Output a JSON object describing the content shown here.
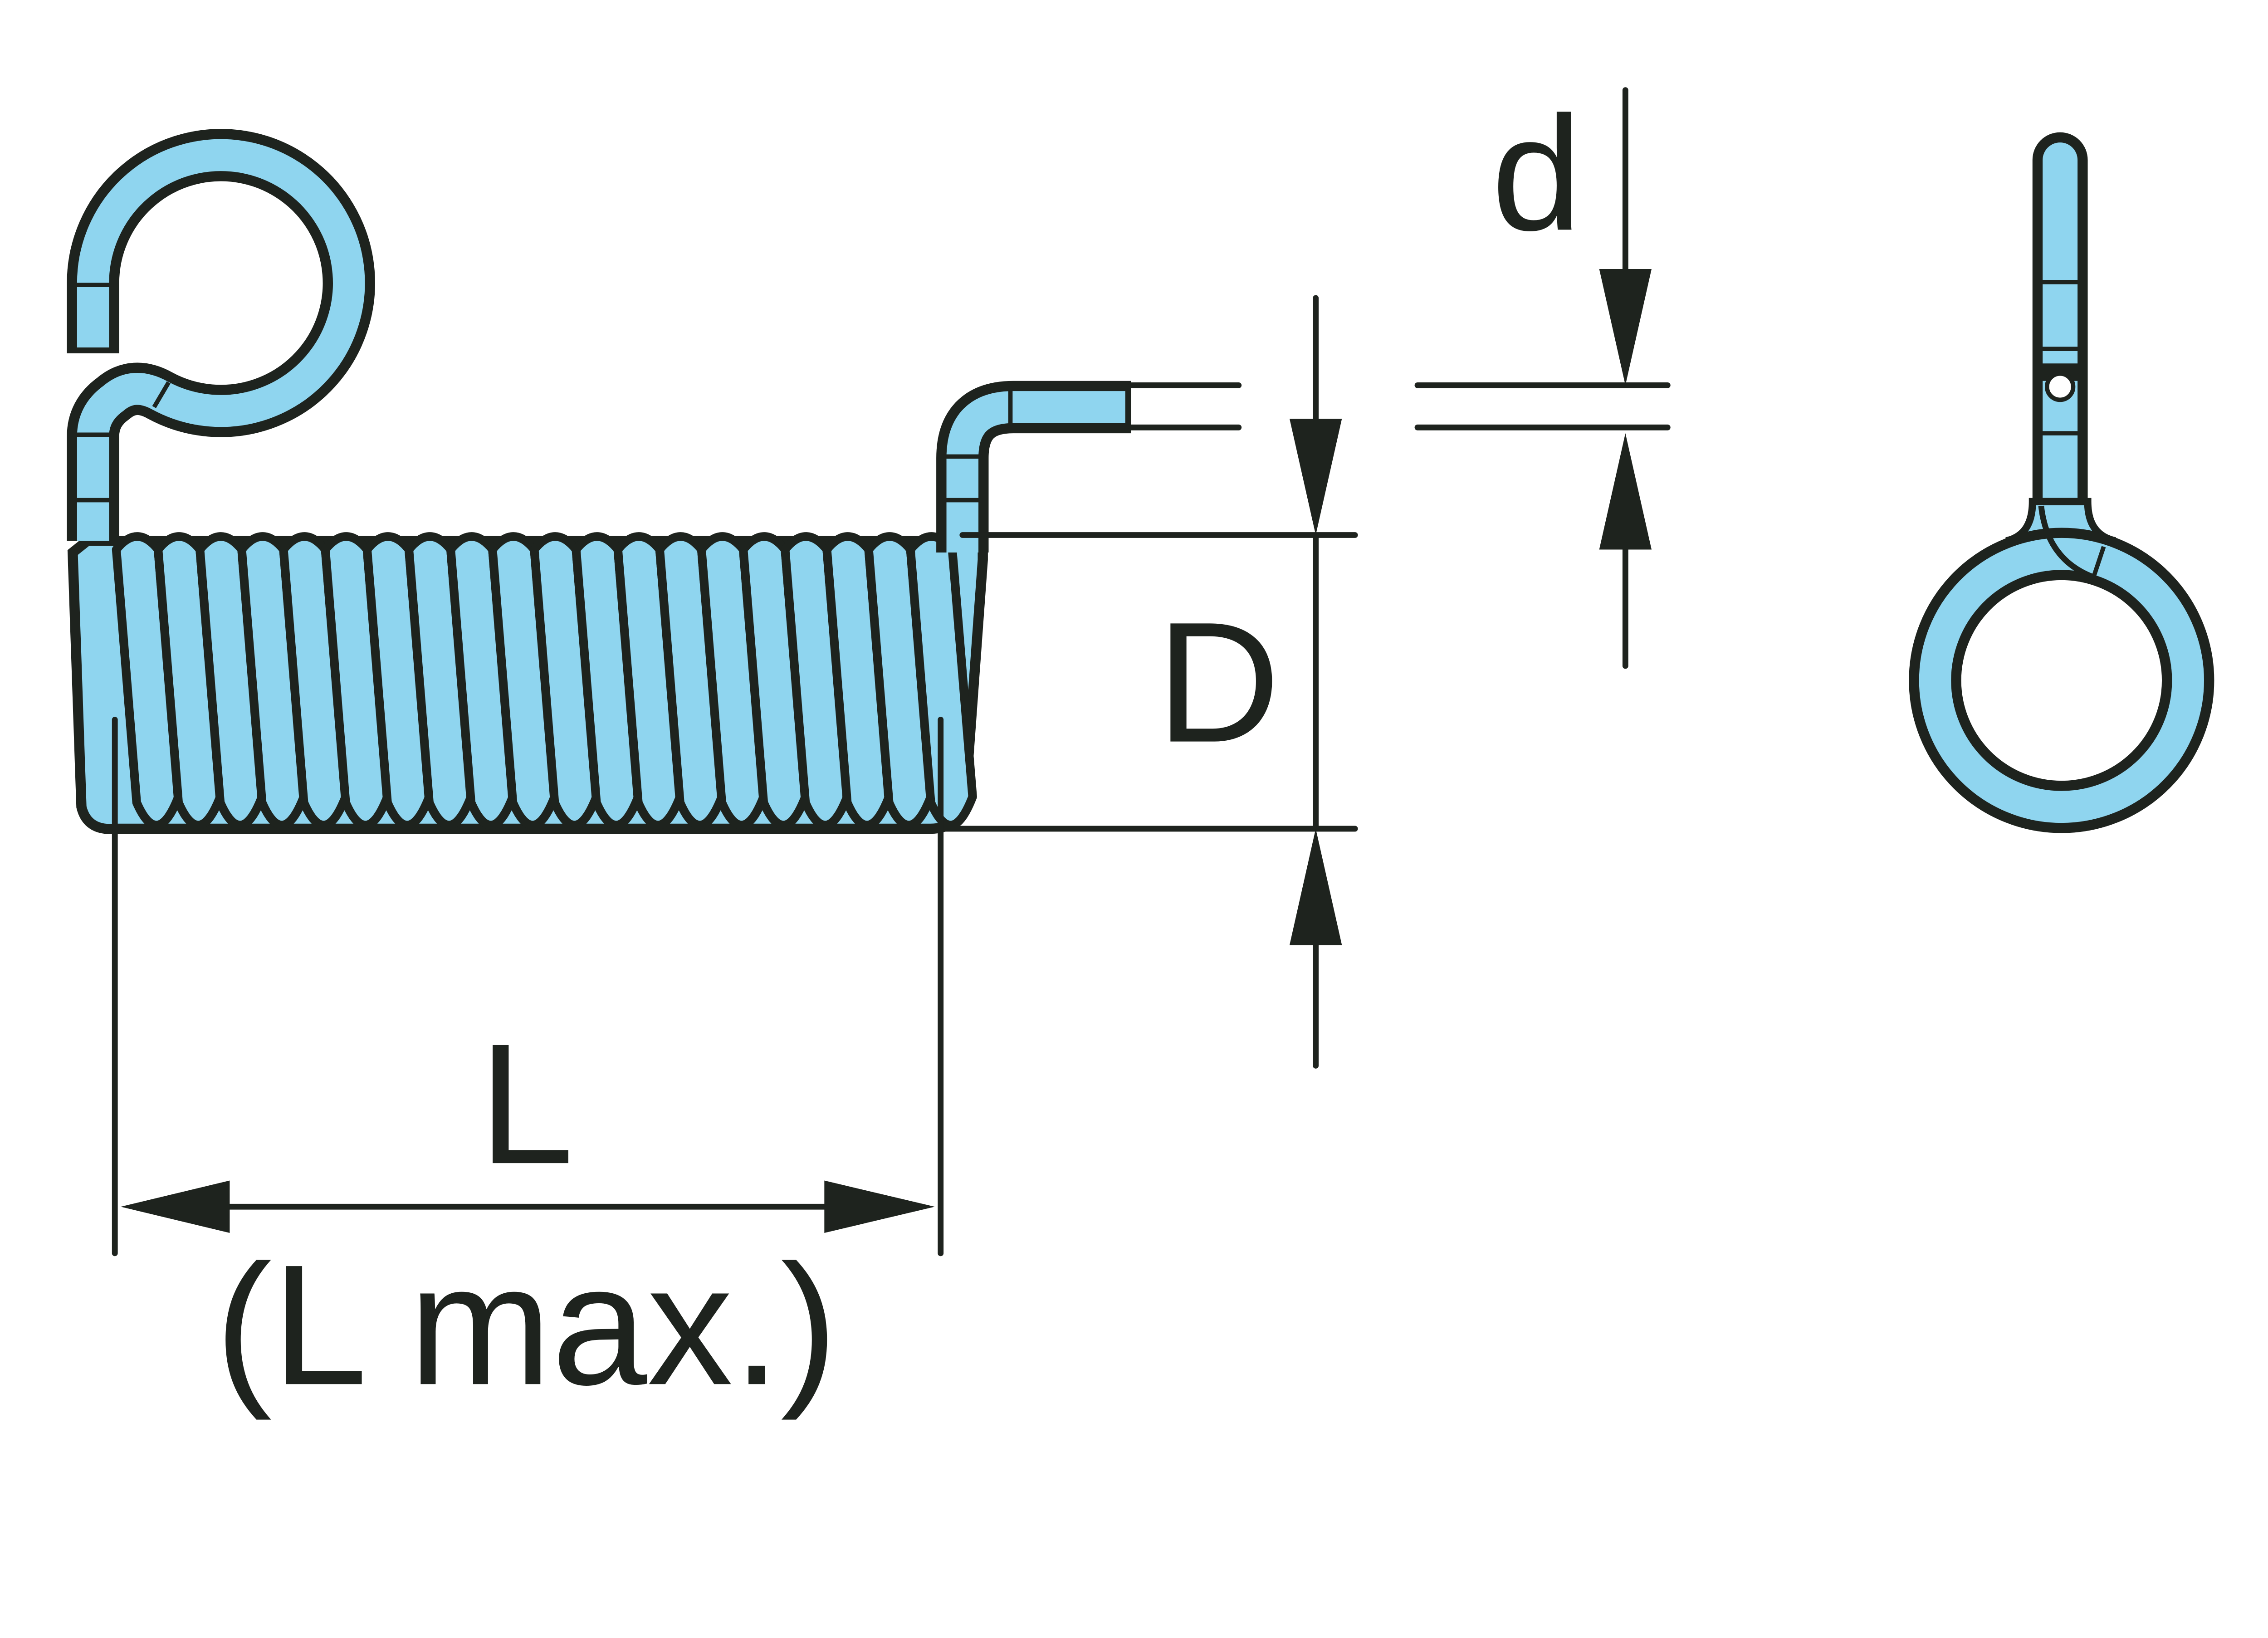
{
  "labels": {
    "wire_diameter": "d",
    "outer_diameter": "D",
    "length": "L",
    "length_max": "(L max.)"
  },
  "colors": {
    "wire_fill": "#8fd5ef",
    "outline": "#1e231e",
    "background": "#ffffff"
  },
  "spring": {
    "coil_count": 20
  }
}
